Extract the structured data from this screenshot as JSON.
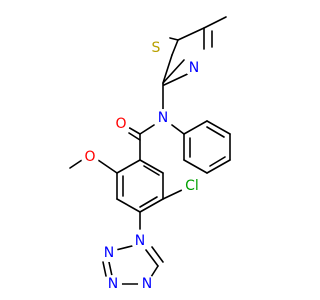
{
  "molecule": {
    "colors": {
      "bond": "#000000",
      "N": "#0000ff",
      "O": "#ff0000",
      "S": "#b8a000",
      "Cl": "#00a000",
      "C": "#000000"
    },
    "atoms": [
      {
        "id": "S_thz",
        "element": "S",
        "label": "S"
      },
      {
        "id": "N_thz",
        "element": "N",
        "label": "N"
      },
      {
        "id": "N_amide",
        "element": "N",
        "label": "N"
      },
      {
        "id": "O_carbonyl",
        "element": "O",
        "label": "O"
      },
      {
        "id": "O_methoxy",
        "element": "O",
        "label": "O"
      },
      {
        "id": "Cl",
        "element": "Cl",
        "label": "Cl"
      },
      {
        "id": "N_tz1",
        "element": "N",
        "label": "N"
      },
      {
        "id": "N_tz2",
        "element": "N",
        "label": "N"
      },
      {
        "id": "N_tz3",
        "element": "N",
        "label": "N"
      },
      {
        "id": "N_tz4",
        "element": "N",
        "label": "N"
      }
    ]
  }
}
